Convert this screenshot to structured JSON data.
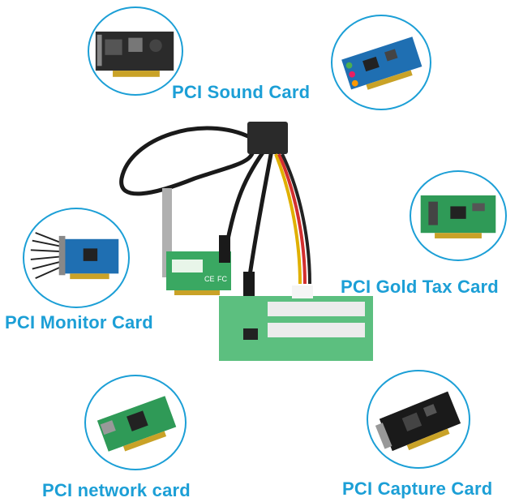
{
  "labels": {
    "sound": "PCI Sound Card",
    "gold_tax": "PCI Gold Tax Card",
    "monitor": "PCI Monitor Card",
    "network": "PCI network card",
    "capture": "PCI Capture Card"
  },
  "board_text": {
    "ce": "CE",
    "fc": "FC"
  },
  "colors": {
    "accent": "#1c9fd6",
    "pcb_green": "#2f9a57",
    "pcb_blue": "#1f6fb2",
    "cable": "#1a1a1a"
  }
}
